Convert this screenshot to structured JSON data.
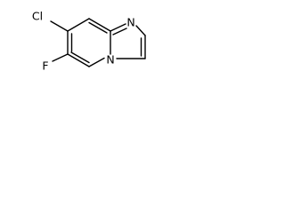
{
  "molecule": {
    "atoms": {
      "cl": "Cl",
      "f": "F",
      "n_imidazole": "N",
      "n_bridgehead": "N"
    }
  }
}
